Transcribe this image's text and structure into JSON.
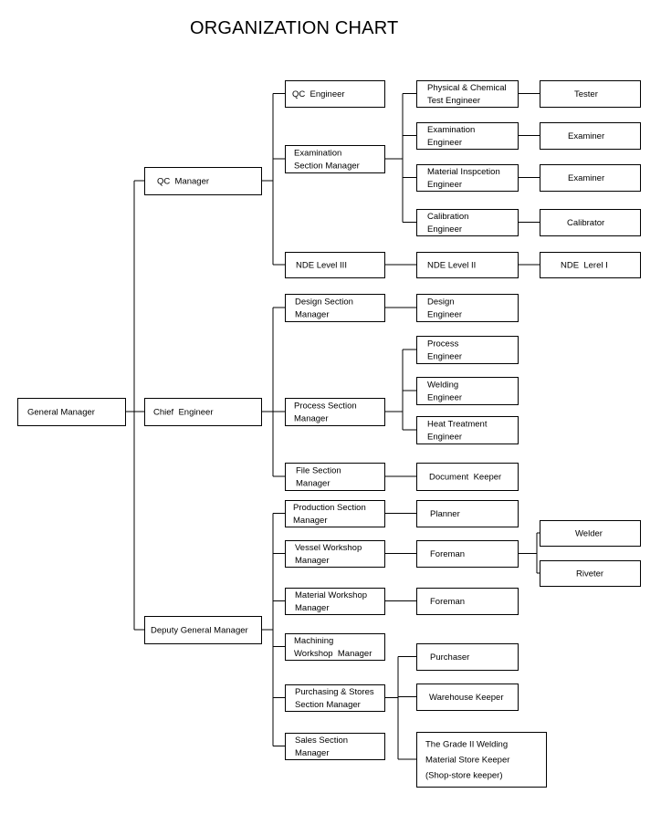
{
  "title": "ORGANIZATION CHART",
  "nodes": {
    "gm": [
      "General Manager"
    ],
    "qcm": [
      "QC  Manager"
    ],
    "ce": [
      "Chief  Engineer"
    ],
    "dgm": [
      "Deputy General Manager"
    ],
    "qce": [
      "QC  Engineer"
    ],
    "esm": [
      "Examination",
      "Section Manager"
    ],
    "nde3": [
      "NDE Level III"
    ],
    "pcte": [
      "Physical & Chemical",
      "Test Engineer"
    ],
    "exe": [
      "Examination",
      "Engineer"
    ],
    "mie": [
      "Material Inspcetion",
      "Engineer"
    ],
    "cale": [
      "Calibration",
      "Engineer"
    ],
    "nde2": [
      "NDE Level II"
    ],
    "tester": [
      "Tester"
    ],
    "examiner1": [
      "Examiner"
    ],
    "examiner2": [
      "Examiner"
    ],
    "calibrator": [
      "Calibrator"
    ],
    "nde1": [
      "NDE  Lerel I"
    ],
    "dsm": [
      "Design Section",
      "Manager"
    ],
    "psm": [
      "Process Section",
      "Manager"
    ],
    "fsm": [
      "File Section",
      "Manager"
    ],
    "de": [
      "Design",
      "Engineer"
    ],
    "pe": [
      "Process",
      "Engineer"
    ],
    "we": [
      "Welding",
      "Engineer"
    ],
    "hte": [
      "Heat Treatment",
      "Engineer"
    ],
    "dk": [
      "Document  Keeper"
    ],
    "prsm": [
      "Production Section",
      "Manager"
    ],
    "vwm": [
      "Vessel Workshop",
      "Manager"
    ],
    "mwm": [
      "Material Workshop",
      "Manager"
    ],
    "mcwm": [
      "Machining",
      "Workshop  Manager"
    ],
    "pssm": [
      "Purchasing & Stores",
      "Section Manager"
    ],
    "ssm": [
      "Sales Section",
      "Manager"
    ],
    "planner": [
      "Planner"
    ],
    "foreman1": [
      "Foreman"
    ],
    "foreman2": [
      "Foreman"
    ],
    "welder": [
      "Welder"
    ],
    "riveter": [
      "Riveter"
    ],
    "purchaser": [
      "Purchaser"
    ],
    "whk": [
      "Warehouse Keeper"
    ],
    "gsk": [
      "The Grade II Welding",
      "Material Store Keeper",
      "(Shop-store keeper)"
    ]
  },
  "edges": [
    [
      "gm",
      "qcm"
    ],
    [
      "gm",
      "ce"
    ],
    [
      "gm",
      "dgm"
    ],
    [
      "qcm",
      "qce"
    ],
    [
      "qcm",
      "esm"
    ],
    [
      "qcm",
      "nde3"
    ],
    [
      "esm",
      "pcte"
    ],
    [
      "esm",
      "exe"
    ],
    [
      "esm",
      "mie"
    ],
    [
      "esm",
      "cale"
    ],
    [
      "nde3",
      "nde2"
    ],
    [
      "pcte",
      "tester"
    ],
    [
      "exe",
      "examiner1"
    ],
    [
      "mie",
      "examiner2"
    ],
    [
      "cale",
      "calibrator"
    ],
    [
      "nde2",
      "nde1"
    ],
    [
      "ce",
      "dsm"
    ],
    [
      "ce",
      "psm"
    ],
    [
      "ce",
      "fsm"
    ],
    [
      "dsm",
      "de"
    ],
    [
      "psm",
      "pe"
    ],
    [
      "psm",
      "we"
    ],
    [
      "psm",
      "hte"
    ],
    [
      "fsm",
      "dk"
    ],
    [
      "dgm",
      "prsm"
    ],
    [
      "dgm",
      "vwm"
    ],
    [
      "dgm",
      "mwm"
    ],
    [
      "dgm",
      "mcwm"
    ],
    [
      "dgm",
      "pssm"
    ],
    [
      "dgm",
      "ssm"
    ],
    [
      "prsm",
      "planner"
    ],
    [
      "vwm",
      "foreman1"
    ],
    [
      "mwm",
      "foreman2"
    ],
    [
      "foreman1",
      "welder"
    ],
    [
      "foreman1",
      "riveter"
    ],
    [
      "pssm",
      "purchaser"
    ],
    [
      "pssm",
      "whk"
    ],
    [
      "pssm",
      "gsk"
    ]
  ]
}
